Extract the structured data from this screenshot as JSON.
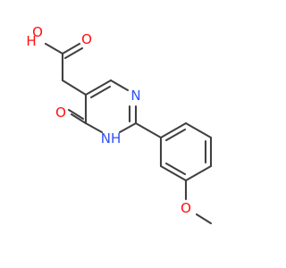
{
  "molecule": {
    "atoms": {
      "o_hydroxyl": "O",
      "h_hydroxyl": "H",
      "o_carbonyl_acid": "O",
      "n_upper": "N",
      "o_carbonyl_ring": "O",
      "nh_ring": "NH",
      "o_ether": "O"
    }
  },
  "colors": {
    "bond": "#404040",
    "oxygen": "#ff0d0d",
    "nitrogen": "#3050f8"
  }
}
